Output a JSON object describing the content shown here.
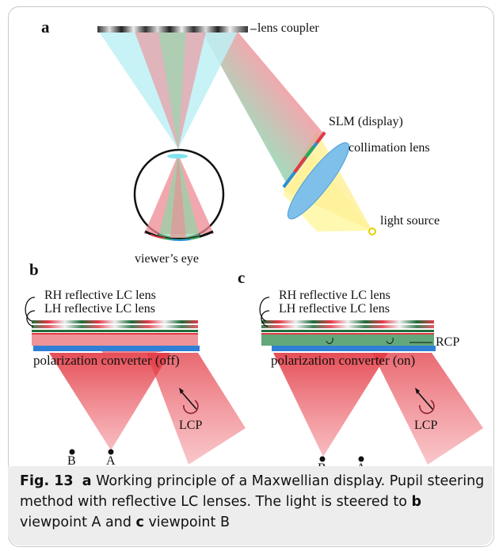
{
  "panel_a": {
    "label": "a",
    "lens_coupler": "lens coupler",
    "slm": "SLM (display)",
    "collimation_lens": "collimation lens",
    "light_source": "light source",
    "viewers_eye": "viewer’s eye"
  },
  "panel_b": {
    "label": "b",
    "rh_lens": "RH reflective LC lens",
    "lh_lens": "LH reflective LC lens",
    "converter": "polarization converter (off)",
    "lcp": "LCP",
    "point_b": "B",
    "point_a": "A"
  },
  "panel_c": {
    "label": "c",
    "rh_lens": "RH reflective LC lens",
    "lh_lens": "LH reflective LC lens",
    "rcp": "RCP",
    "converter": "polarization converter (on)",
    "lcp": "LCP",
    "point_b": "B",
    "point_a": "A"
  },
  "caption": {
    "fig": "Fig. 13",
    "a": "a",
    "text1": " Working principle of a Maxwellian display. Pupil steering method with reflective LC lenses. The light is steered to ",
    "b": "b",
    "text2": " viewpoint A and ",
    "c": "c",
    "text3": " viewpoint B"
  },
  "colors": {
    "red": "#e63b4a",
    "green": "#4aa870",
    "cyan": "#7fe3ee",
    "yellow": "#fff6a0",
    "blue": "#2f7fd6"
  }
}
